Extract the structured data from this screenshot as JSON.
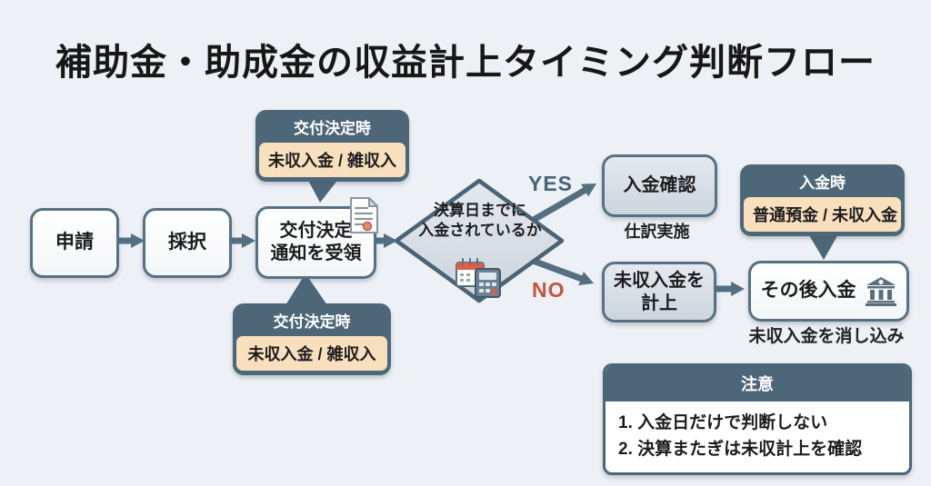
{
  "title": "補助金・助成金の収益計上タイミング判断フロー",
  "colors": {
    "background": "#edf0f4",
    "slate_header": "#4d6779",
    "node_border": "#587083",
    "peach": "#f8dfbe",
    "yes_color": "#47627b",
    "no_color": "#c0563f"
  },
  "flow": {
    "step_apply": "申請",
    "step_adopt": "採択",
    "step_notice_line1": "交付決定",
    "step_notice_line2": "通知を受領",
    "decision_line1": "決算日までに",
    "decision_line2": "入金されているか",
    "yes_label": "YES",
    "no_label": "NO",
    "deposit_check": "入金確認",
    "deposit_check_sub": "仕訳実施",
    "accrue_line1": "未収入金を",
    "accrue_line2": "計上",
    "later_deposit": "その後入金",
    "later_deposit_sub": "未収入金を消し込み"
  },
  "callouts": {
    "grant_top": {
      "header": "交付決定時",
      "body": "未収入金 / 雑収入"
    },
    "grant_bottom": {
      "header": "交付決定時",
      "body": "未収入金 / 雑収入"
    },
    "deposit_time": {
      "header": "入金時",
      "body": "普通預金 / 未収入金"
    }
  },
  "note": {
    "header": "注意",
    "items": [
      "1. 入金日だけで判断しない",
      "2. 決算またぎは未収計上を確認"
    ]
  },
  "icons": {
    "document": "document-icon",
    "calendar_calculator": "calendar-calculator-icon",
    "bank": "bank-icon"
  }
}
